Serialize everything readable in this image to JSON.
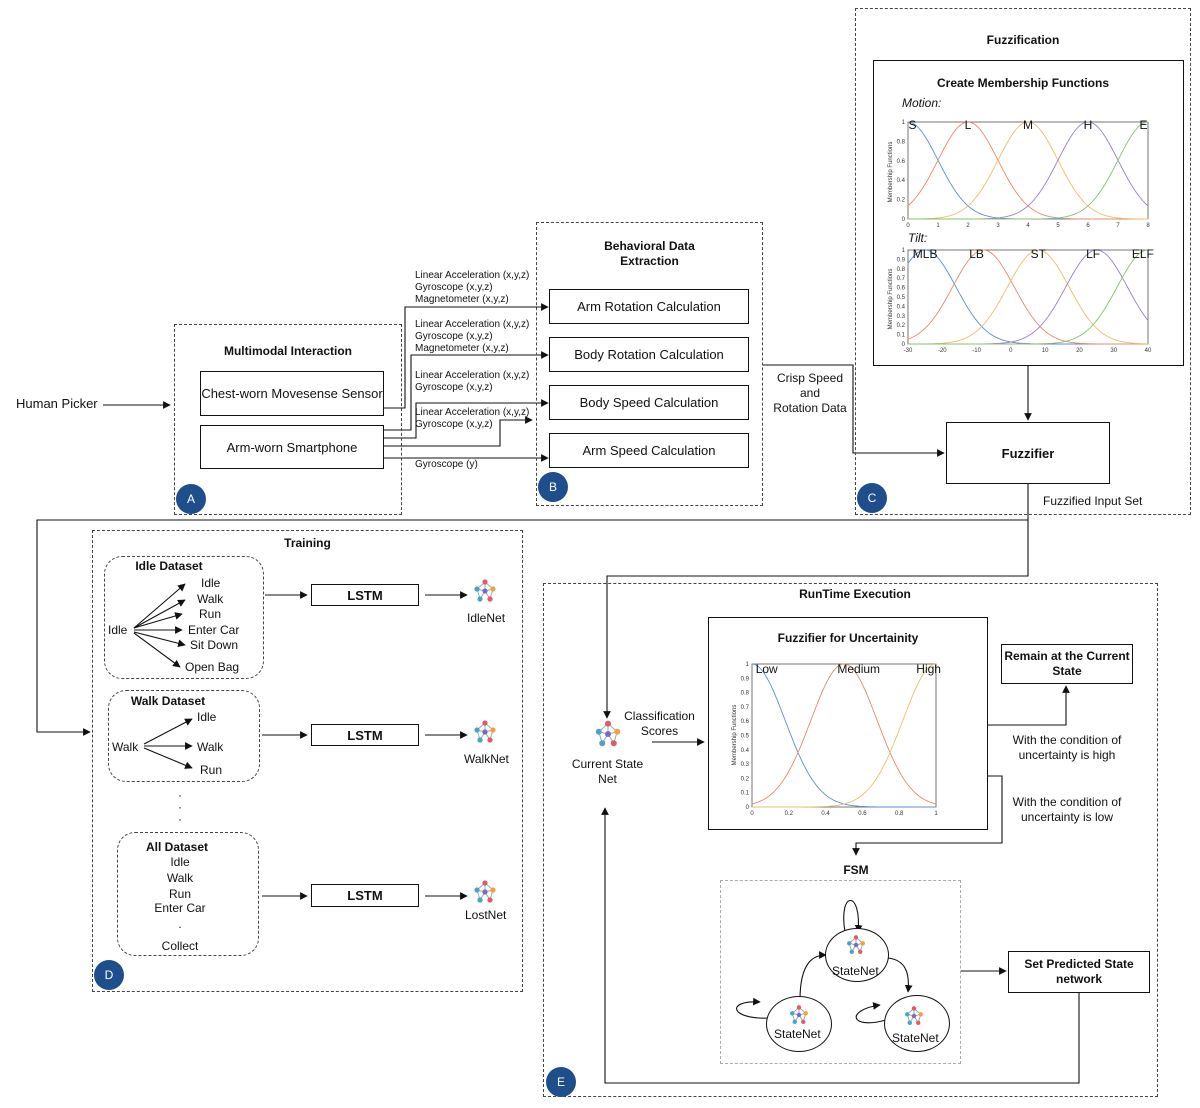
{
  "human_picker": "Human Picker",
  "multimodal": {
    "title": "Multimodal Interaction",
    "chest": "Chest-worn Movesense Sensor",
    "arm": "Arm-worn Smartphone",
    "badge": "A"
  },
  "signals": {
    "s1": [
      "Linear Acceleration (x,y,z)",
      "Gyroscope (x,y,z)",
      "Magnetometer (x,y,z)"
    ],
    "s2": [
      "Linear Acceleration (x,y,z)",
      "Gyroscope (x,y,z)",
      "Magnetometer (x,y,z)"
    ],
    "s3": [
      "Linear Acceleration (x,y,z)",
      "Gyroscope (x,y,z)"
    ],
    "s4": [
      "Linear Acceleration (x,y,z)",
      "Gyroscope (x,y,z)"
    ],
    "s5": "Gyroscope (y)"
  },
  "behavioral": {
    "title_line1": "Behavioral Data",
    "title_line2": "Extraction",
    "arm_rotation": "Arm Rotation Calculation",
    "body_rotation": "Body Rotation Calculation",
    "body_speed": "Body Speed Calculation",
    "arm_speed": "Arm Speed Calculation",
    "badge": "B"
  },
  "crisp": [
    "Crisp Speed",
    "and",
    "Rotation Data"
  ],
  "fuzzification": {
    "title": "Fuzzification",
    "create_mf": "Create Membership Functions",
    "motion_label": "Motion:",
    "tilt_label": "Tilt:",
    "motion_sets": [
      "S",
      "L",
      "M",
      "H",
      "E"
    ],
    "tilt_sets": [
      "MLB",
      "LB",
      "ST",
      "LF",
      "ELF"
    ],
    "motion_ylabel": "Membership Functions",
    "tilt_ylabel": "Membership Functions",
    "fuzzifier": "Fuzzifier",
    "badge": "C"
  },
  "fuzzified_input": "Fuzzified Input Set",
  "training": {
    "title": "Training",
    "idle_dataset": {
      "title": "Idle Dataset",
      "source": "Idle",
      "targets": [
        "Idle",
        "Walk",
        "Run",
        "Enter Car",
        "Sit Down",
        "Open Bag"
      ]
    },
    "walk_dataset": {
      "title": "Walk Dataset",
      "source": "Walk",
      "targets": [
        "Idle",
        "Walk",
        "Run"
      ]
    },
    "all_dataset": {
      "title": "All Dataset",
      "items": [
        "Idle",
        "Walk",
        "Run",
        "Enter Car",
        ".",
        "Collect"
      ]
    },
    "lstm": "LSTM",
    "idle_net": "IdleNet",
    "walk_net": "WalkNet",
    "lost_net": "LostNet",
    "badge": "D"
  },
  "runtime": {
    "title": "RunTime Execution",
    "current_state": [
      "Current State",
      "Net"
    ],
    "classification": [
      "Classification",
      "Scores"
    ],
    "fuzz_uncertainty": "Fuzzifier for Uncertainity",
    "unc_sets": [
      "Low",
      "Medium",
      "High"
    ],
    "unc_ylabel": "Membership Functions",
    "remain": "Remain at the Current State",
    "cond_high": [
      "With the condition of",
      "uncertainty is high"
    ],
    "cond_low": [
      "With the condition of",
      "uncertainty is low"
    ],
    "fsm": "FSM",
    "state_net": "StateNet",
    "set_predicted": "Set Predicted State network",
    "badge": "E"
  },
  "chart_data": [
    {
      "type": "line",
      "name": "Motion membership functions",
      "x_ticks": [
        0,
        1,
        2,
        3,
        4,
        5,
        6,
        7,
        8
      ],
      "y_ticks": [
        0,
        0.2,
        0.4,
        0.6,
        0.8,
        1
      ],
      "xlim": [
        0,
        8
      ],
      "ylim": [
        0,
        1
      ],
      "series": [
        {
          "name": "S",
          "center": 0,
          "sigma": 1.0,
          "color": "#5b8fd6"
        },
        {
          "name": "L",
          "center": 2,
          "sigma": 1.0,
          "color": "#e8896a"
        },
        {
          "name": "M",
          "center": 4,
          "sigma": 1.0,
          "color": "#e8c06a"
        },
        {
          "name": "H",
          "center": 6,
          "sigma": 1.0,
          "color": "#9b7fc8"
        },
        {
          "name": "E",
          "center": 8,
          "sigma": 1.0,
          "color": "#88c06a"
        }
      ]
    },
    {
      "type": "line",
      "name": "Tilt membership functions",
      "x_ticks": [
        -30,
        -20,
        -10,
        0,
        10,
        20,
        30,
        40
      ],
      "y_ticks": [
        0,
        0.1,
        0.2,
        0.3,
        0.4,
        0.5,
        0.6,
        0.7,
        0.8,
        0.9,
        1
      ],
      "xlim": [
        -30,
        40
      ],
      "ylim": [
        0,
        1
      ],
      "series": [
        {
          "name": "MLB",
          "center": -25,
          "sigma": 9,
          "color": "#5b8fd6"
        },
        {
          "name": "LB",
          "center": -8,
          "sigma": 9,
          "color": "#e8896a"
        },
        {
          "name": "ST",
          "center": 8,
          "sigma": 9,
          "color": "#e8c06a"
        },
        {
          "name": "LF",
          "center": 25,
          "sigma": 9,
          "color": "#9b7fc8"
        },
        {
          "name": "ELF",
          "center": 40,
          "sigma": 9,
          "color": "#88c06a"
        }
      ]
    },
    {
      "type": "line",
      "name": "Uncertainty membership functions",
      "x_ticks": [
        0,
        0.2,
        0.4,
        0.6,
        0.8,
        1
      ],
      "y_ticks": [
        0,
        0.1,
        0.2,
        0.3,
        0.4,
        0.5,
        0.6,
        0.7,
        0.8,
        0.9,
        1
      ],
      "xlim": [
        0,
        1
      ],
      "ylim": [
        0,
        1
      ],
      "series": [
        {
          "name": "Low",
          "center": 0,
          "sigma": 0.18,
          "color": "#5b8fd6"
        },
        {
          "name": "Medium",
          "center": 0.5,
          "sigma": 0.18,
          "color": "#e8896a"
        },
        {
          "name": "High",
          "center": 1,
          "sigma": 0.18,
          "color": "#e8c06a"
        }
      ]
    }
  ]
}
